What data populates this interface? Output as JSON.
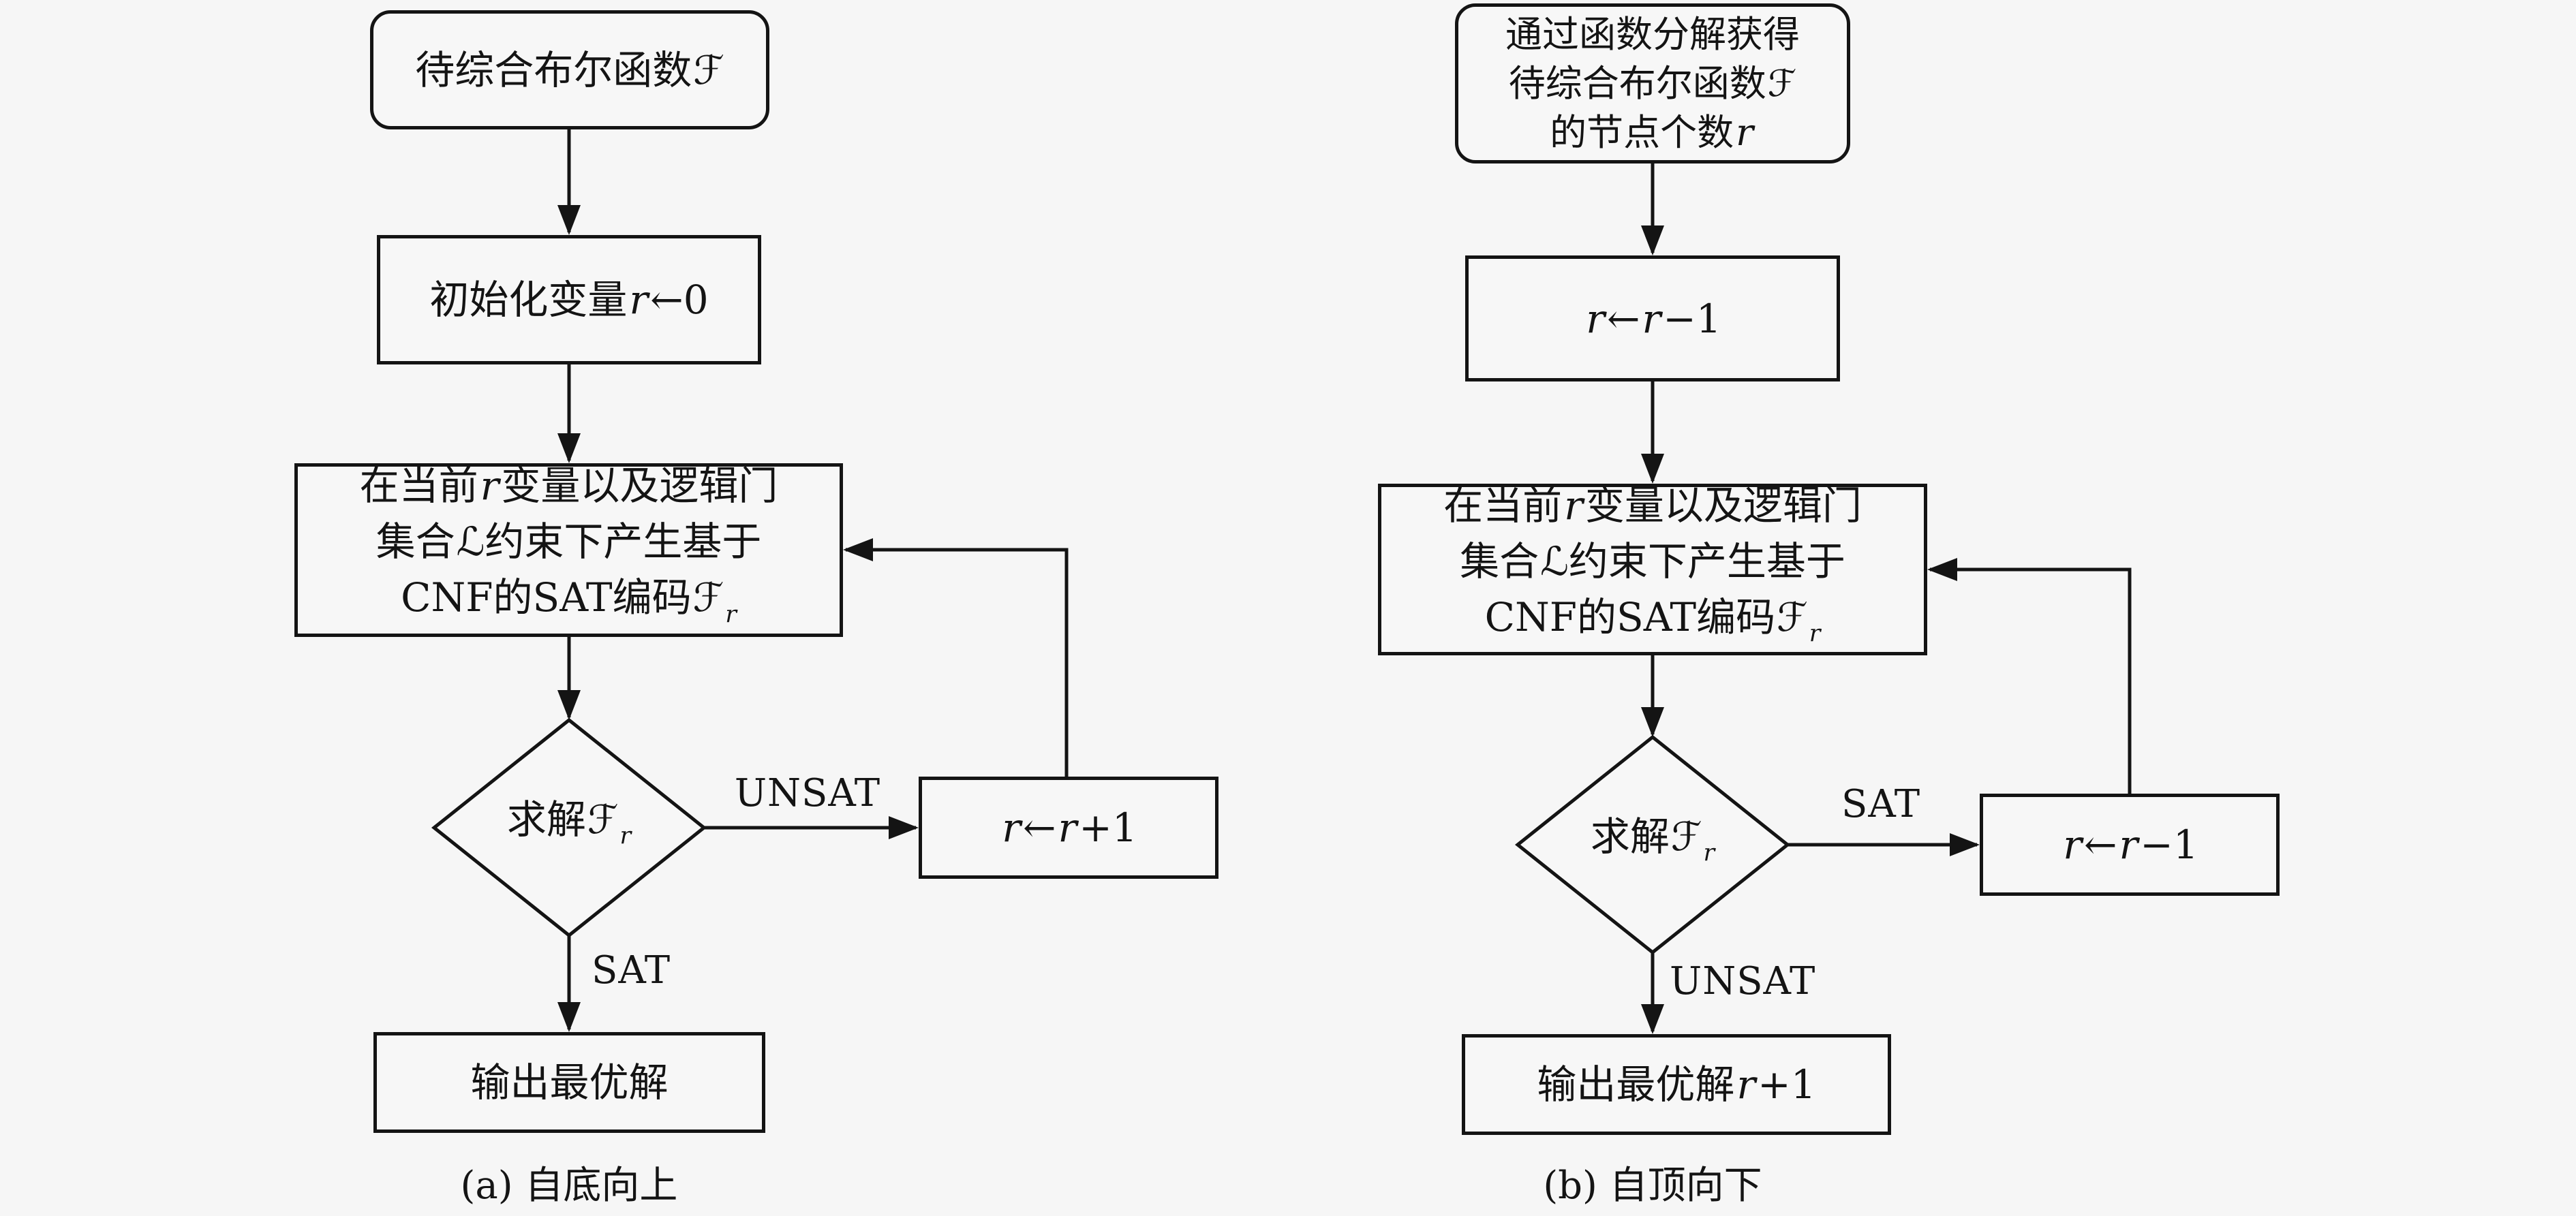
{
  "page": {
    "background": "#f6f6f6",
    "ink": "#141414"
  },
  "left": {
    "caption": "(a) 自底向上",
    "start": {
      "text": "待综合布尔函数",
      "math": "ℱ"
    },
    "init": {
      "text": "初始化变量",
      "var": "r",
      "arrow": "←",
      "value": "0"
    },
    "encode": {
      "line1_pre": "在当前",
      "line1_var": "r",
      "line1_post": "变量以及逻辑门",
      "line2_pre": "集合",
      "line2_math": "ℒ",
      "line2_post": "约束下产生基于",
      "line3_pre": "CNF的SAT编码",
      "line3_math": "ℱ",
      "line3_sub": "r"
    },
    "solve": {
      "text": "求解",
      "math": "ℱ",
      "sub": "r"
    },
    "unsat_label": "UNSAT",
    "sat_label": "SAT",
    "update": {
      "lhs": "r",
      "arrow": "←",
      "rhs_var": "r",
      "rhs_op": "+1"
    },
    "output": {
      "text": "输出最优解"
    }
  },
  "right": {
    "caption": "(b) 自顶向下",
    "start": {
      "line1": "通过函数分解获得",
      "line2_text": "待综合布尔函数",
      "line2_math": "ℱ",
      "line3_text": "的节点个数",
      "line3_var": "r"
    },
    "init": {
      "lhs": "r",
      "arrow": "←",
      "rhs_var": "r",
      "rhs_op": "−1"
    },
    "encode": {
      "line1_pre": "在当前",
      "line1_var": "r",
      "line1_post": "变量以及逻辑门",
      "line2_pre": "集合",
      "line2_math": "ℒ",
      "line2_post": "约束下产生基于",
      "line3_pre": "CNF的SAT编码",
      "line3_math": "ℱ",
      "line3_sub": "r"
    },
    "solve": {
      "text": "求解",
      "math": "ℱ",
      "sub": "r"
    },
    "sat_label": "SAT",
    "unsat_label": "UNSAT",
    "update": {
      "lhs": "r",
      "arrow": "←",
      "rhs_var": "r",
      "rhs_op": "−1"
    },
    "output": {
      "text": "输出最优解",
      "var": "r",
      "op": "+1"
    }
  }
}
